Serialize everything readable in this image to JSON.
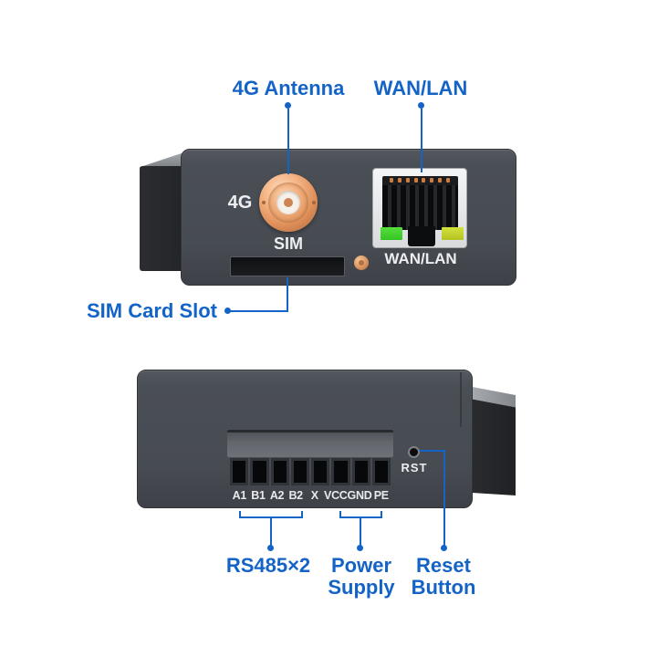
{
  "colors": {
    "accent_blue": "#1463c6",
    "device_body_gray": "#4a4d54",
    "panel_text_white": "#eceef0",
    "copper": "#e29b6a",
    "led_green": "#3fd42b",
    "led_yellow": "#c3d32e"
  },
  "top_view": {
    "callouts": {
      "antenna": "4G Antenna",
      "wan_lan": "WAN/LAN",
      "sim_slot": "SIM Card Slot"
    },
    "panel": {
      "antenna_label": "4G",
      "sim_label": "SIM",
      "ethernet_label": "WAN/LAN"
    }
  },
  "bottom_view": {
    "terminal_labels": [
      "A1",
      "B1",
      "A2",
      "B2",
      "X",
      "VCC",
      "GND",
      "PE"
    ],
    "panel": {
      "reset_label": "RST"
    },
    "callouts": {
      "rs485": "RS485×2",
      "power_line1": "Power",
      "power_line2": "Supply",
      "reset_line1": "Reset",
      "reset_line2": "Button"
    }
  }
}
